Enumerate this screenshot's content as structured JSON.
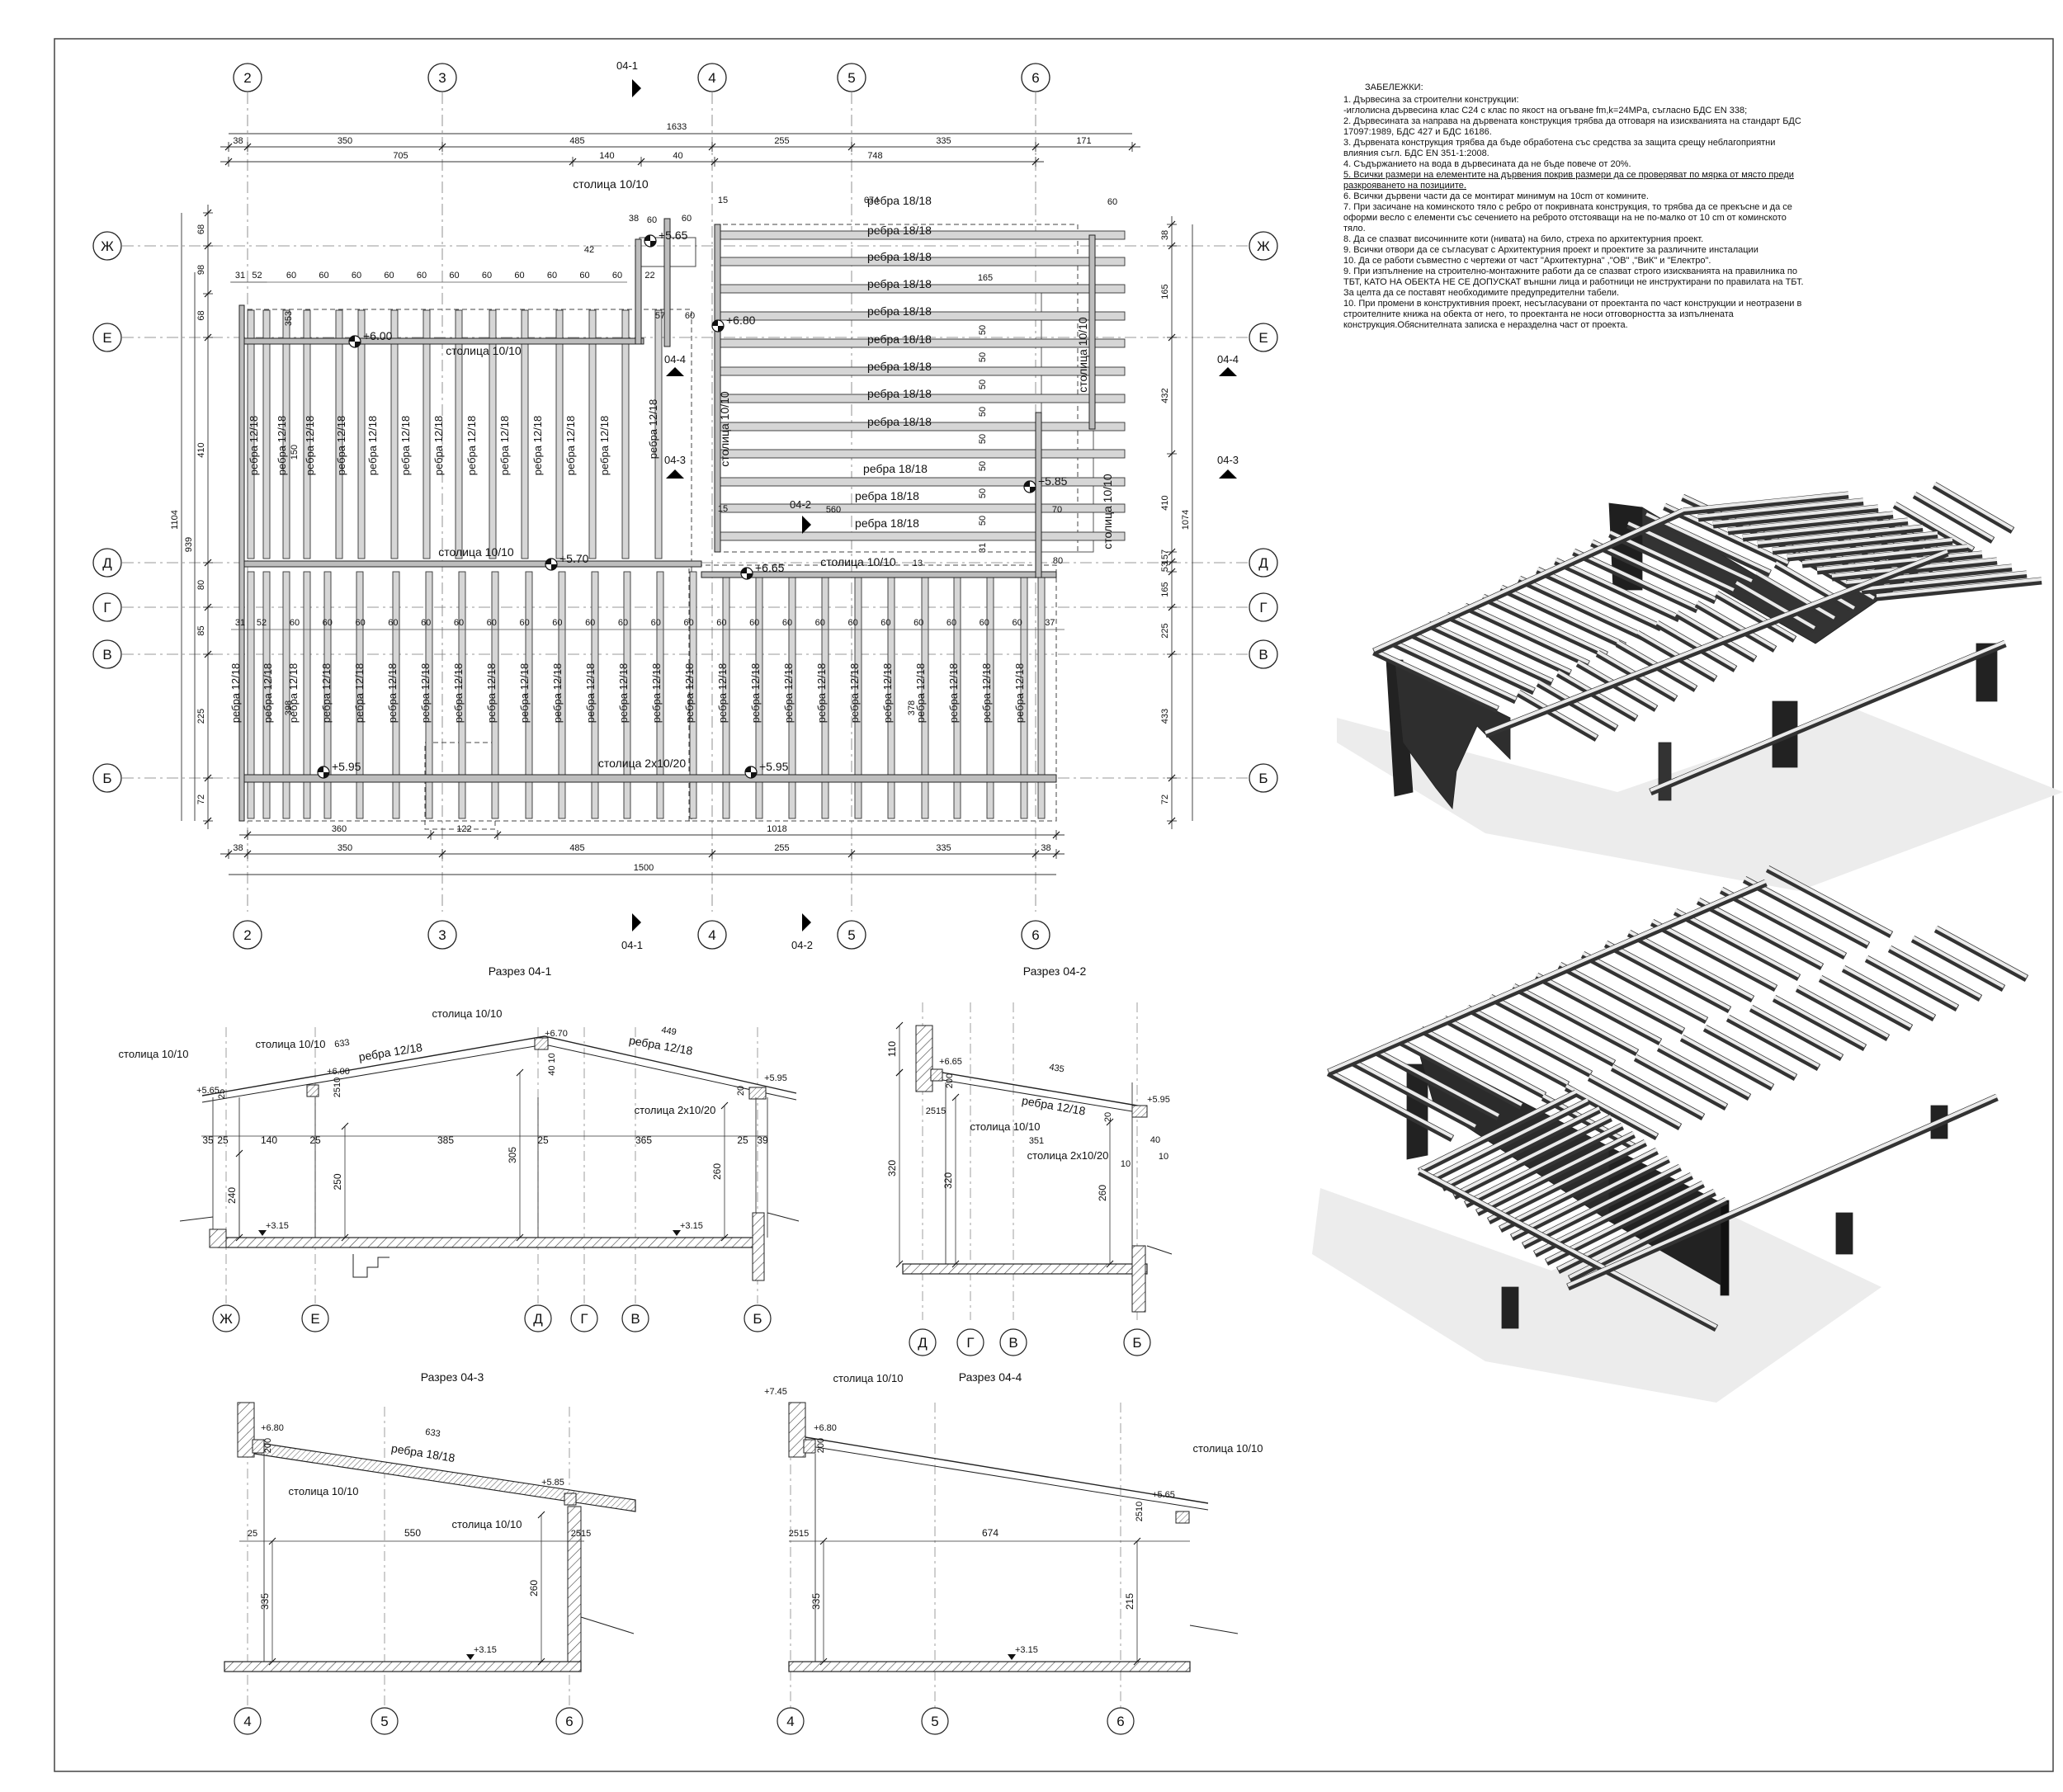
{
  "axes": {
    "columns": [
      "2",
      "3",
      "4",
      "5",
      "6"
    ],
    "rows": [
      "Ж",
      "Е",
      "Д",
      "Г",
      "В",
      "Б"
    ]
  },
  "section_marks": {
    "s1": "04-1",
    "s2": "04-2",
    "s3": "04-3",
    "s4": "04-4"
  },
  "plan": {
    "top_total": "1633",
    "top_dims": [
      "38",
      "350",
      "485",
      "255",
      "335",
      "171"
    ],
    "top_dims2": [
      "705",
      "140",
      "40",
      "748"
    ],
    "bottom_total": "1500",
    "bottom_dims": [
      "38",
      "350",
      "485",
      "255",
      "335",
      "38"
    ],
    "bottom_dims2": [
      "360",
      "122",
      "1018"
    ],
    "left_total": "1104",
    "left_939": "939",
    "left_dims": [
      "68",
      "98",
      "68",
      "410",
      "80",
      "85",
      "225",
      "72"
    ],
    "right_total": "1074",
    "right_dims": [
      "38",
      "165",
      "432",
      "410",
      "157",
      "53",
      "165",
      "225",
      "433",
      "72"
    ],
    "spacing_top": [
      "31",
      "52",
      "60",
      "60",
      "60",
      "60",
      "60",
      "60",
      "60",
      "60",
      "60",
      "60",
      "60",
      "22"
    ],
    "spacing_mid": [
      "31",
      "52",
      "60",
      "60",
      "60",
      "60",
      "60",
      "60",
      "60",
      "60",
      "60",
      "60",
      "60",
      "60",
      "60",
      "60",
      "60",
      "60",
      "60",
      "60",
      "60",
      "60",
      "60",
      "60",
      "60",
      "37"
    ],
    "right_spacing": [
      "50",
      "50",
      "50",
      "50",
      "50",
      "50",
      "50",
      "50",
      "31"
    ],
    "dims_misc": [
      "674",
      "60",
      "560",
      "70",
      "15",
      "15",
      "60",
      "57",
      "60",
      "38",
      "60",
      "42",
      "165",
      "150",
      "398",
      "378",
      "353",
      "80",
      "13"
    ],
    "rib_small": "ребра 12/18",
    "rib_big": "ребра 18/18",
    "post": "столица 10/10",
    "post_double": "столица 2x10/20",
    "elevations": [
      "+6.00",
      "+5.65",
      "+6.80",
      "+5.85",
      "+5.70",
      "+6.65",
      "+5.95",
      "+5.95"
    ]
  },
  "sections": {
    "s1": {
      "title": "Разрез 04-1",
      "labels": [
        "столица 10/10",
        "столица 10/10",
        "столица 10/10",
        "столица 2x10/20",
        "ребра 12/18",
        "ребра 12/18"
      ],
      "dims": [
        "633",
        "449",
        "35",
        "25",
        "140",
        "25",
        "385",
        "25",
        "365",
        "25",
        "39",
        "240",
        "250",
        "305",
        "260",
        "2510",
        "40 10",
        "20",
        "25"
      ],
      "levels": [
        "+5.65",
        "+6.00",
        "+6.70",
        "+5.95",
        "+3.15",
        "+3.15"
      ],
      "axes": [
        "Ж",
        "Е",
        "Д",
        "Г",
        "В",
        "Б"
      ]
    },
    "s2": {
      "title": "Разрез 04-2",
      "labels": [
        "ребра 12/18",
        "столица 10/10",
        "столица 2x10/20"
      ],
      "dims": [
        "435",
        "351",
        "110",
        "320",
        "320",
        "260",
        "2515",
        "200",
        "20",
        "40",
        "10",
        "10"
      ],
      "levels": [
        "+6.65",
        "+5.95"
      ],
      "axes": [
        "Д",
        "Г",
        "В",
        "Б"
      ]
    },
    "s3": {
      "title": "Разрез 04-3",
      "labels": [
        "ребра 18/18",
        "столица 10/10",
        "столица 10/10"
      ],
      "dims": [
        "633",
        "550",
        "2515",
        "25",
        "335",
        "260",
        "200"
      ],
      "levels": [
        "+6.80",
        "+5.85",
        "+3.15"
      ],
      "axes": [
        "4",
        "5",
        "6"
      ]
    },
    "s4": {
      "title": "Разрез 04-4",
      "labels": [
        "столица 10/10",
        "столица 10/10"
      ],
      "dims": [
        "674",
        "2515",
        "335",
        "215",
        "2510",
        "200"
      ],
      "levels": [
        "+7.45",
        "+6.80",
        "+5.65",
        "+3.15"
      ],
      "axes": [
        "4",
        "5",
        "6"
      ]
    }
  },
  "notes": {
    "title": "ЗАБЕЛЕЖКИ:",
    "items": [
      "1.        Дървесина за строителни конструкции:",
      "           -иглолисна дървесина клас С24 с клас по якост на огъване fm,k=24MPa, съгласно БДС EN 338;",
      "2.        Дървесината за направа на дървената конструкция трябва да отговаря на изискванията на стандарт БДС 17097:1989, БДС 427 и БДС 16186.",
      "3.        Дървената конструкция трябва да бъде обработена със средства за защита срещу неблагоприятни влияния съгл. БДС EN 351-1:2008.",
      "4.        Съдържанието на вода в дървесината да не бъде повече от 20%.",
      "5.        Всички размери на елементите на дървения покрив размери да се проверяват по мярка от място преди разкрояването на позициите.",
      "6.        Всички дървени части да се монтират минимум на 10cm от комините.",
      "7.        При засичане на коминското тяло с ребро от покривната конструкция, то трябва да се прекъсне и да се оформи весло с елементи със сечението на реброто отстояващи на не по-малко от 10 cm от коминското тяло.",
      "8.        Да се спазват височинните коти (нивата) на било, стреха по архитектурния проект.",
      "9.        Всички отвори да се съгласуват с Архитектурния проект и проектите за различните инсталации",
      "10.      Да се работи съвместно с чертежи от част \"Архитектурна\" ,\"ОВ\" ,\"ВиК\" и \"Електро\".",
      "9.        При изпълнение на строително-монтажните работи да се спазват строго изискванията на правилника по ТБТ, КАТО НА ОБЕКТА НЕ СЕ ДОПУСКАТ  външни лица и работници не инструктирани по правилата на ТБТ. За целта да се поставят необходимите предупредителни табели.",
      "10.      При промени в конструктивния проект, несъгласувани от проектанта по част конструкции и неотразени в строителните книжа на обекта от него, то проектанта не носи отговорността за изпълнената конструкция.Обяснителната записка е неразделна част от проекта."
    ]
  }
}
